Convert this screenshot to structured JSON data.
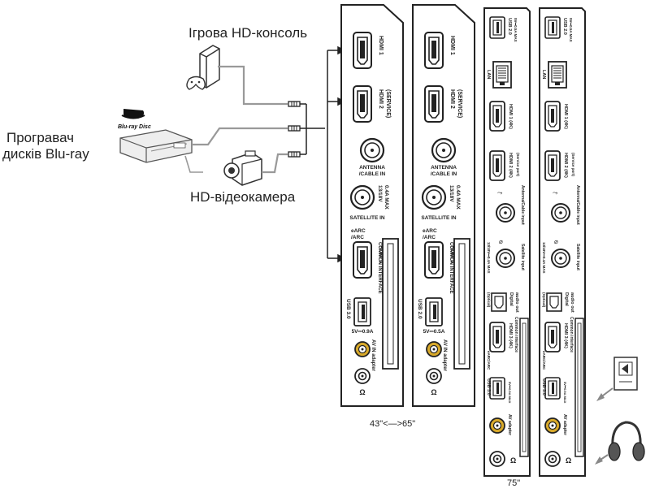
{
  "devices": {
    "game_console": "Ігрова HD-консоль",
    "bluray_player_line1": "Програвач",
    "bluray_player_line2": "дисків Blu-ray",
    "camcorder": "HD-відеокамера",
    "bluray_logo_text": "Blu-ray Disc"
  },
  "panel_a": {
    "hdmi1": "HDMI 1",
    "hdmi2": "HDMI 2",
    "hdmi2_sub": "(SERVICE)",
    "antenna": "ANTENNA",
    "antenna_sub": "/CABLE IN",
    "sat_power": "13/18V",
    "sat_power2": "0.4A MAX",
    "satellite": "SATELLITE IN",
    "earc": "eARC",
    "earc_sub": "/ARC",
    "hdmi3": "HDMI 3",
    "ci": "COMMON INTERFACE",
    "usb": "USB 3.0",
    "usb_power": "5V⎓0.9A",
    "usb2": "USB 2.0",
    "usb2_power": "5V⎓0.5A",
    "av": "AV IN adapter"
  },
  "panel_b": {
    "usb_top": "USB 2.0",
    "usb_top_power": "5V⎓0.5A MAX",
    "lan": "LAN",
    "hdmi1": "HDMI 1 (4K)",
    "hdmi2": "HDMI 2 (4K)",
    "service": "(Service port)",
    "antenna": "Antenna/Cable input",
    "sat_power": "13/18V⎓0.4A MAX",
    "satellite": "Satellite input",
    "digital": "Digital",
    "audio_out": "audio out",
    "optical": "(Optical)",
    "hdmi3": "HDMI 3 (4K)",
    "earc": "eARC/ARC",
    "ci": "Common interface",
    "usb": "USB 3.0",
    "usb_power": "5V⎓0.9A MAX",
    "av": "AV adapter"
  },
  "size_labels": {
    "small_range": "43\"<—>65\"",
    "large": "75\""
  }
}
